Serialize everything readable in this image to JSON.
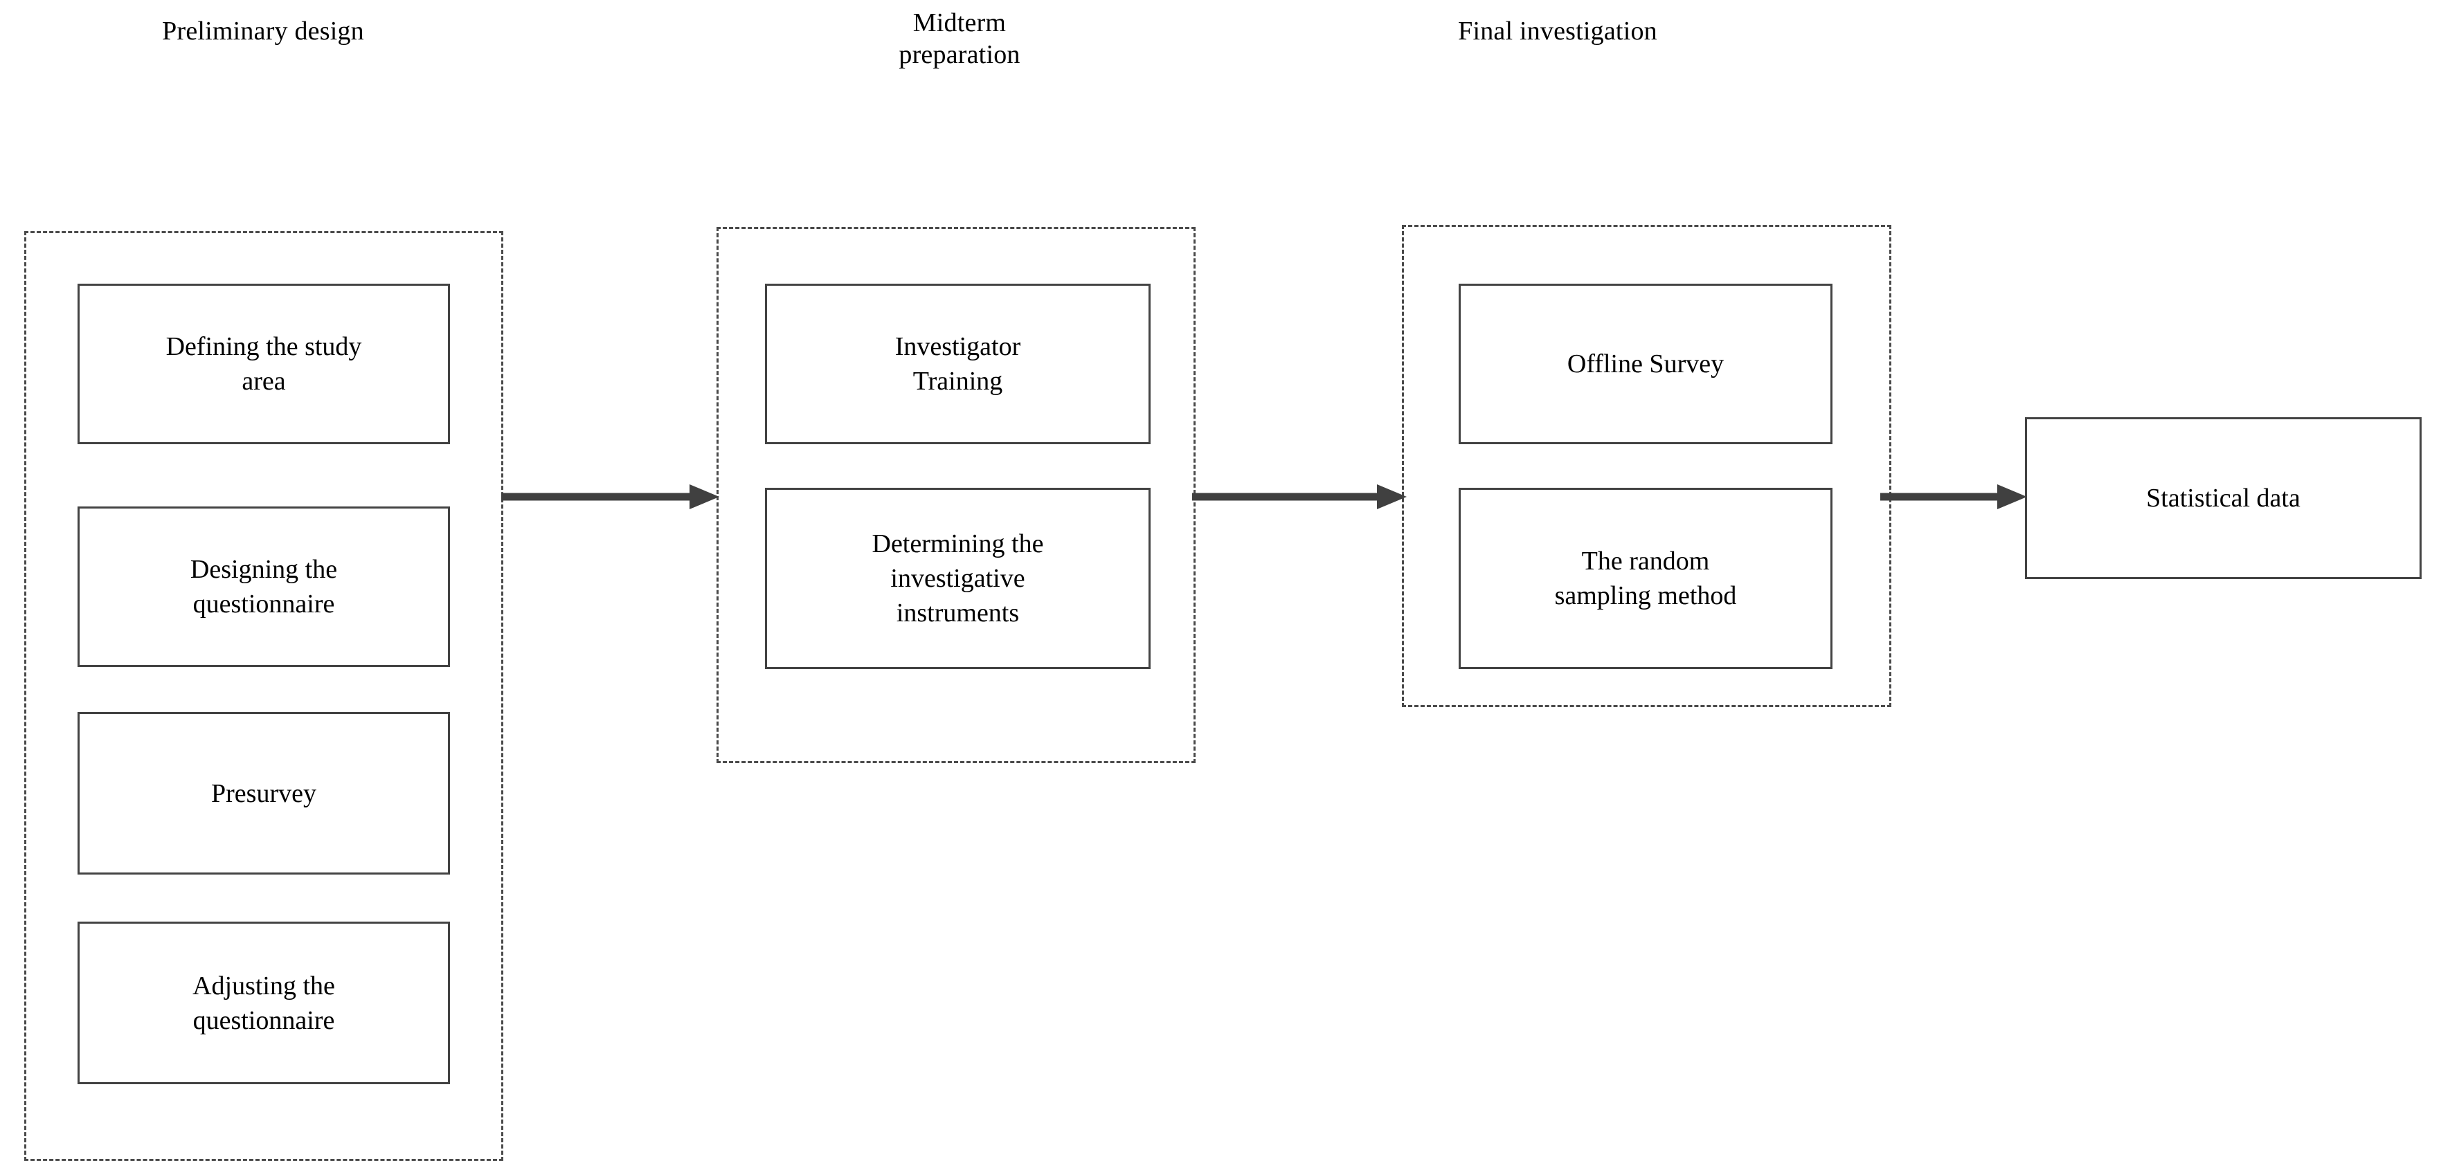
{
  "figure": {
    "kind": "process-flowchart",
    "orientation": "left-to-right",
    "background_color": "#ffffff",
    "box_border_color": "#434343",
    "group_border_color": "#4a4a4a",
    "arrow_color": "#404040",
    "text_color": "#000000"
  },
  "stages": [
    {
      "id": "preliminary-design",
      "title": "Preliminary design",
      "title_lines": [
        "Preliminary design"
      ],
      "steps": [
        {
          "label": "Defining the study\narea"
        },
        {
          "label": "Designing the\nquestionnaire"
        },
        {
          "label": "Presurvey"
        },
        {
          "label": "Adjusting the\nquestionnaire"
        }
      ]
    },
    {
      "id": "midterm-preparation",
      "title": "Midterm preparation",
      "title_lines": [
        "Midterm",
        "preparation"
      ],
      "steps": [
        {
          "label": "Investigator\nTraining"
        },
        {
          "label": "Determining the\ninvestigative\ninstruments"
        }
      ]
    },
    {
      "id": "final-investigation",
      "title": "Final investigation",
      "title_lines": [
        "Final investigation"
      ],
      "steps": [
        {
          "label": "Offline Survey"
        },
        {
          "label": "The random\nsampling method"
        }
      ]
    }
  ],
  "output": {
    "id": "statistical-data",
    "label": "Statistical data"
  },
  "connectors": [
    {
      "id": "arrow-preliminary-to-midterm",
      "from": "preliminary-design",
      "to": "midterm-preparation",
      "style": "solid-arrow-right"
    },
    {
      "id": "arrow-midterm-to-final",
      "from": "midterm-preparation",
      "to": "final-investigation",
      "style": "solid-arrow-right"
    },
    {
      "id": "arrow-final-to-output",
      "from": "final-investigation",
      "to": "statistical-data",
      "style": "solid-arrow-right"
    }
  ]
}
